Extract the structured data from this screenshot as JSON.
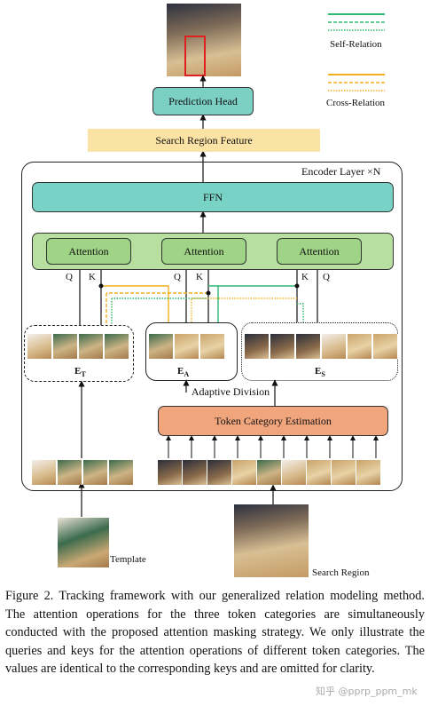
{
  "legend": {
    "self_relation": "Self-Relation",
    "cross_relation": "Cross-Relation"
  },
  "prediction_head": "Prediction Head",
  "search_region_feature": "Search Region Feature",
  "encoder_layer": "Encoder Layer ×N",
  "ffn": "FFN",
  "attention": [
    "Attention",
    "Attention",
    "Attention"
  ],
  "qk": {
    "q": "Q",
    "k": "K"
  },
  "tokens": {
    "et": "E",
    "et_sub": "T",
    "ea": "E",
    "ea_sub": "A",
    "es": "E",
    "es_sub": "S"
  },
  "adaptive_division": "Adaptive Division",
  "token_category_estimation": "Token Category Estimation",
  "template_label": "Template",
  "search_region_label": "Search Region",
  "watermark": "知乎 @pprp_ppm_mk",
  "caption": "Figure 2. Tracking framework with our generalized relation modeling method. The attention operations for the three token categories are simultaneously conducted with the proposed attention masking strategy. We only illustrate the queries and keys for the attention operations of different token categories. The values are identical to the corresponding keys and are omitted for clarity.",
  "colors": {
    "teal": "#7ccfc3",
    "yellow": "#fbe3a6",
    "green": "#b7dfa0",
    "orange": "#f0a57c",
    "self_line": "#2eb872",
    "cross_line": "#f2b01e"
  }
}
